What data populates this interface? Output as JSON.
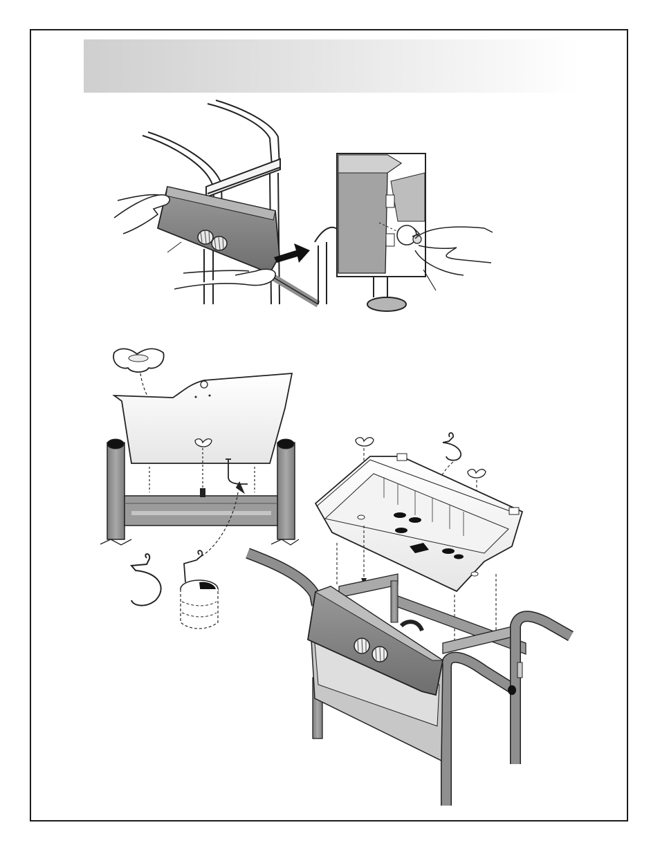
{
  "page": {
    "header_text": "",
    "colors": {
      "frame": "#1a1a1a",
      "header_gradient_start": "#cfcfcf",
      "header_gradient_end": "#ffffff",
      "part_dark": "#7a7a7a",
      "part_mid": "#a8a8a8",
      "part_light": "#d6d6d6"
    }
  },
  "illustrations": [
    {
      "name": "step-1-control-panel-install",
      "icons": [
        "hands-icon",
        "cart-frame-icon",
        "arrow-icon",
        "knob-icon"
      ]
    },
    {
      "name": "step-1-detail-inset",
      "icons": [
        "knob-screw-icon",
        "hand-icon"
      ]
    },
    {
      "name": "step-2-drip-tray-front-view",
      "icons": [
        "wing-nut-icon",
        "tray-hook-icon",
        "drip-cup-icon"
      ]
    },
    {
      "name": "step-2-grill-assembly-perspective",
      "icons": [
        "wing-nut-icon",
        "tray-hook-icon",
        "firebox-icon",
        "grill-cart-icon"
      ]
    }
  ]
}
